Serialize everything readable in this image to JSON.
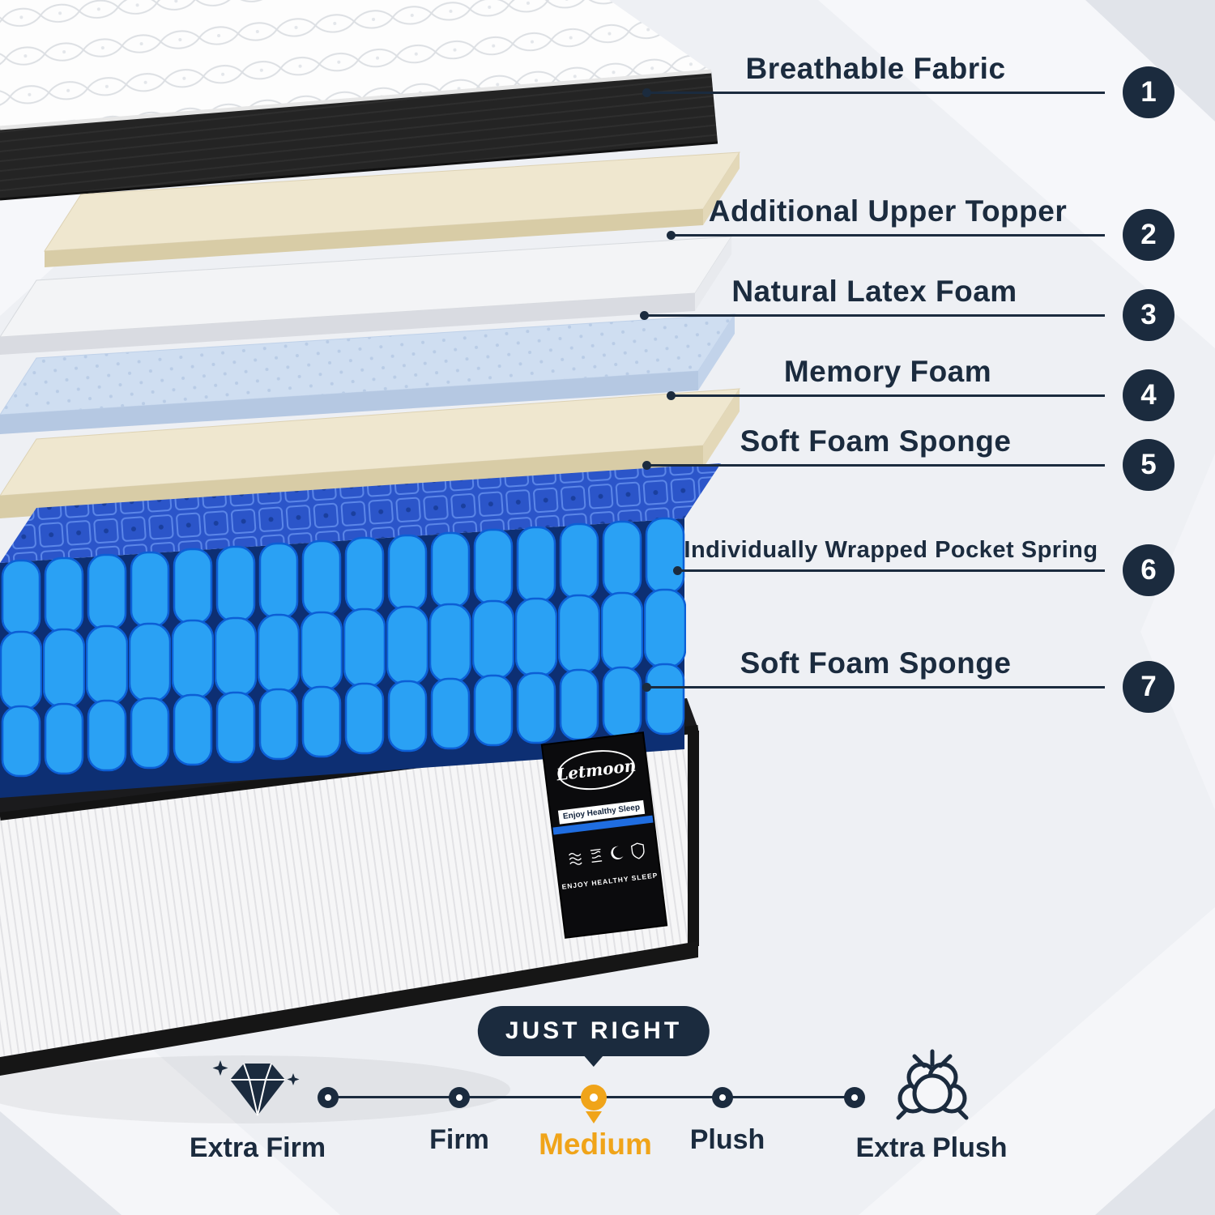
{
  "colors": {
    "navy": "#1b2b3e",
    "orange": "#f0a419",
    "spring_blue": "#2aa1f4",
    "stripe_blue": "#1f6de0"
  },
  "callouts": [
    {
      "num": "1",
      "label": "Breathable Fabric"
    },
    {
      "num": "2",
      "label": "Additional Upper Topper"
    },
    {
      "num": "3",
      "label": "Natural Latex Foam"
    },
    {
      "num": "4",
      "label": "Memory Foam"
    },
    {
      "num": "5",
      "label": "Soft Foam Sponge"
    },
    {
      "num": "6",
      "label": "Individually Wrapped Pocket Spring"
    },
    {
      "num": "7",
      "label": "Soft Foam Sponge"
    }
  ],
  "mattress_label": {
    "brand": "Letmoon",
    "tagline": "Enjoy Healthy Sleep",
    "caption": "ENJOY HEALTHY SLEEP"
  },
  "firmness": {
    "callout": "JUST RIGHT",
    "selected": "Medium",
    "levels": [
      {
        "label": "Extra Firm"
      },
      {
        "label": "Firm"
      },
      {
        "label": "Medium"
      },
      {
        "label": "Plush"
      },
      {
        "label": "Extra Plush"
      }
    ]
  }
}
